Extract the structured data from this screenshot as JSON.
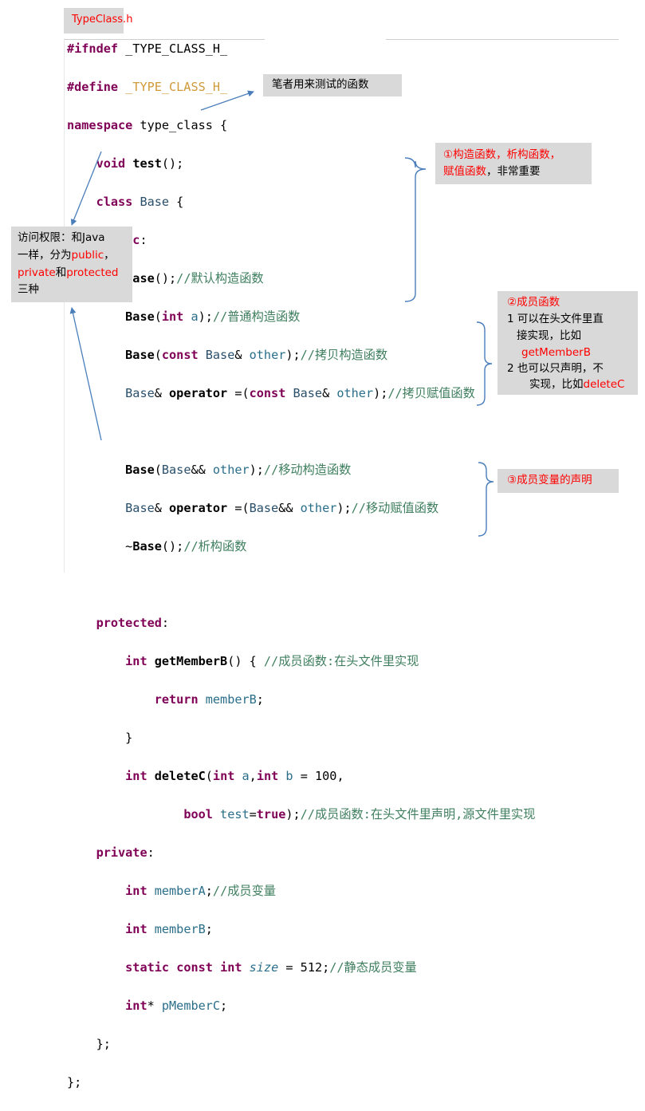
{
  "file_tab": "TypeClass.h",
  "colors": {
    "keyword": "#7f0055",
    "comment": "#3f7f5f",
    "annotation_red": "#ff0000",
    "box": "#d9d9d9",
    "arrow": "#4a7ebb"
  },
  "code": {
    "l1": [
      "#ifndef",
      " _TYPE_CLASS_H_"
    ],
    "l2": [
      "#define",
      " _TYPE_CLASS_H_"
    ],
    "l3": [
      "namespace",
      " type_class {"
    ],
    "l4": [
      "void",
      " ",
      "test",
      "();"
    ],
    "l5": [
      "class",
      " ",
      "Base",
      " {"
    ],
    "l6": [
      "public",
      ":"
    ],
    "l7": [
      "Base",
      "();",
      "//默认构造函数"
    ],
    "l8": [
      "Base",
      "(",
      "int",
      " ",
      "a",
      ");",
      "//普通构造函数"
    ],
    "l9": [
      "Base",
      "(",
      "const",
      " ",
      "Base",
      "& ",
      "other",
      ");",
      "//拷贝构造函数"
    ],
    "l10": [
      "Base",
      "& ",
      "operator",
      " =(",
      "const",
      " ",
      "Base",
      "& ",
      "other",
      ");",
      "//拷贝赋值函数"
    ],
    "l11": [
      "Base",
      "(",
      "Base",
      "&& ",
      "other",
      ");",
      "//移动构造函数"
    ],
    "l12": [
      "Base",
      "& ",
      "operator",
      " =(",
      "Base",
      "&& ",
      "other",
      ");",
      "//移动赋值函数"
    ],
    "l13": [
      "~",
      "Base",
      "();",
      "//析构函数"
    ],
    "l14": [
      "protected",
      ":"
    ],
    "l15": [
      "int",
      " ",
      "getMemberB",
      "() { ",
      "//成员函数:在头文件里实现"
    ],
    "l16": [
      "return",
      " ",
      "memberB",
      ";"
    ],
    "l17": [
      "}"
    ],
    "l18": [
      "int",
      " ",
      "deleteC",
      "(",
      "int",
      " ",
      "a",
      ",",
      "int",
      " ",
      "b",
      " = ",
      "100",
      ","
    ],
    "l19": [
      "bool",
      " ",
      "test",
      "=",
      "true",
      ");",
      "//成员函数:在头文件里声明,源文件里实现"
    ],
    "l20": [
      "private",
      ":"
    ],
    "l21": [
      "int",
      " ",
      "memberA",
      ";",
      "//成员变量"
    ],
    "l22": [
      "int",
      " ",
      "memberB",
      ";"
    ],
    "l23": [
      "static",
      " ",
      "const",
      " ",
      "int",
      " ",
      "size",
      " = ",
      "512",
      ";",
      "//静态成员变量"
    ],
    "l24": [
      "int",
      "* ",
      "pMemberC",
      ";"
    ],
    "l25": [
      "};"
    ],
    "l26": [
      "};"
    ]
  },
  "annotations": {
    "test_note": "笔者用来测试的函数",
    "special_funcs": {
      "line1": "①构造函数，析构函数，",
      "line2_red": "赋值函数",
      "line2_rest": "，非常重要"
    },
    "access": {
      "l1": "访问权限：和Java",
      "l2a": "一样，分为",
      "l2b": "public",
      "l2c": "，",
      "l3a": "private",
      "l3b": "和",
      "l3c": "protected",
      "l4": "三种"
    },
    "member_funcs": {
      "title": "②成员函数",
      "l1": "1 可以在头文件里直",
      "l2": "接实现，比如",
      "l3": "getMemberB",
      "l4": "2 也可以只声明，不",
      "l5a": "实现，比如",
      "l5b": "deleteC"
    },
    "member_vars": "③成员变量的声明"
  }
}
